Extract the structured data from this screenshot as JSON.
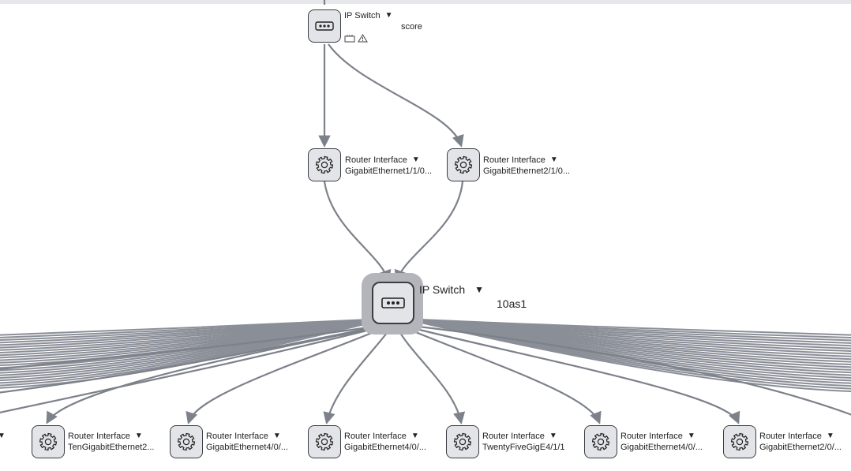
{
  "top_switch": {
    "type": "IP Switch",
    "name": "score",
    "icon": "switch-icon"
  },
  "central_switch": {
    "type": "IP Switch",
    "name": "10as1",
    "icon": "switch-icon"
  },
  "upper_interfaces": [
    {
      "type": "Router Interface",
      "name": "GigabitEthernet1/1/0..."
    },
    {
      "type": "Router Interface",
      "name": "GigabitEthernet2/1/0..."
    }
  ],
  "lower_interfaces": [
    {
      "type": "Router Interface",
      "name": "TenGigabitEthernet2..."
    },
    {
      "type": "Router Interface",
      "name": "GigabitEthernet4/0/..."
    },
    {
      "type": "Router Interface",
      "name": "GigabitEthernet4/0/..."
    },
    {
      "type": "Router Interface",
      "name": "TwentyFiveGigE4/1/1"
    },
    {
      "type": "Router Interface",
      "name": "GigabitEthernet4/0/..."
    },
    {
      "type": "Router Interface",
      "name": "GigabitEthernet2/0/..."
    }
  ],
  "caret_glyph": "▼",
  "colors": {
    "link": "#7d818a",
    "node_fill": "#e3e4e8",
    "node_border": "#3a3d44",
    "selection_halo": "#b3b5bb"
  }
}
